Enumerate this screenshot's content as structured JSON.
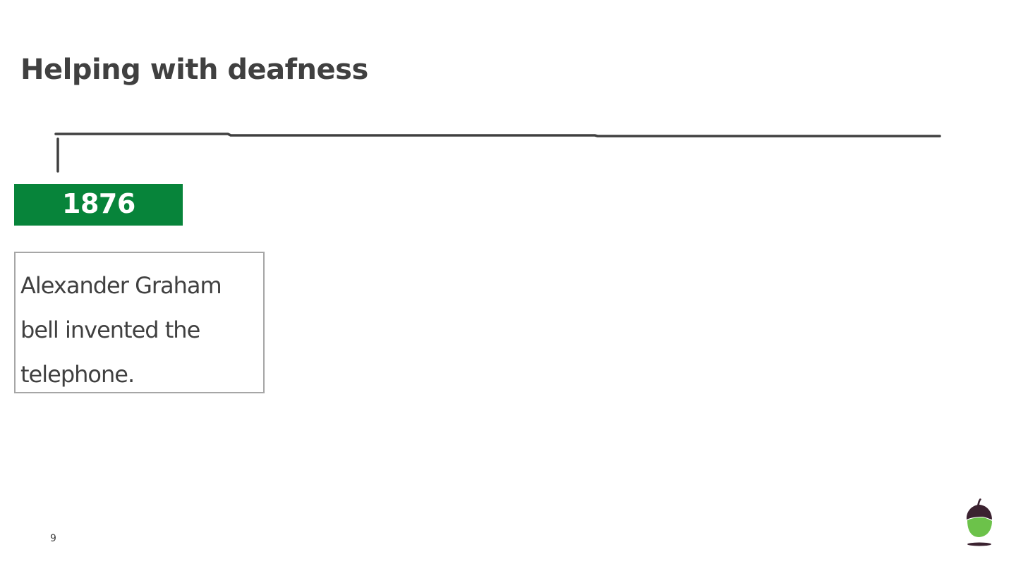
{
  "slide": {
    "title": "Helping with deafness",
    "page_number": "9"
  },
  "timeline": {
    "events": [
      {
        "year": "1876",
        "description": "Alexander Graham bell invented the telephone."
      }
    ]
  },
  "colors": {
    "year_box": "#07843a",
    "text": "#404040",
    "event_border": "#a6a6a6",
    "timeline_line": "#404040",
    "logo_cap": "#3b2230",
    "logo_body": "#6cc24a"
  },
  "logo": {
    "icon": "acorn-icon"
  }
}
